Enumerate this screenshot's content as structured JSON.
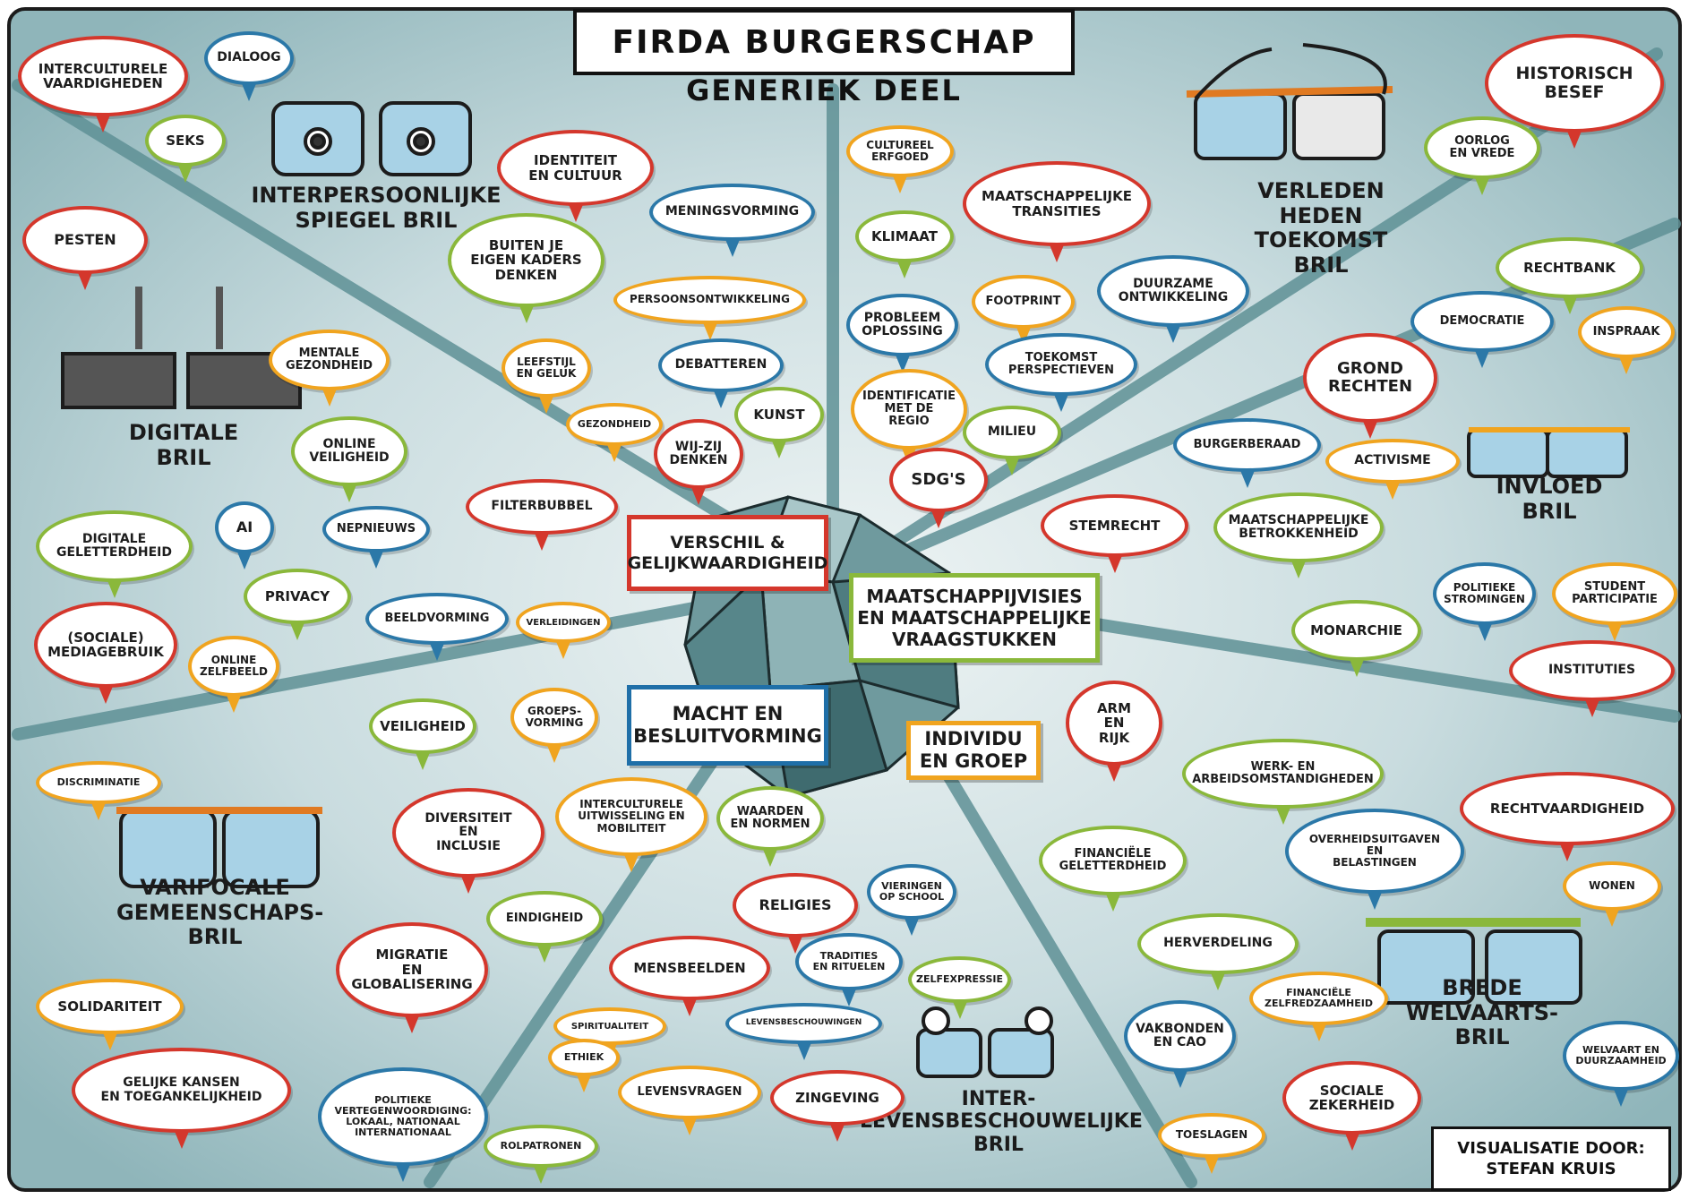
{
  "title": "FIRDA BURGERSCHAP",
  "subtitle": "GENERIEK DEEL",
  "credit": "VISUALISATIE DOOR:\nSTEFAN KRUIS",
  "center_themes": [
    {
      "id": "verschil",
      "text": "VERSCHIL &\nGELIJKWAARDIGHEID",
      "color": "red"
    },
    {
      "id": "maatschappij",
      "text": "MAATSCHAPPIJVISIES\nEN MAATSCHAPPELIJKE\nVRAAGSTUKKEN",
      "color": "green"
    },
    {
      "id": "macht",
      "text": "MACHT EN\nBESLUITVORMING",
      "color": "blue"
    },
    {
      "id": "individu",
      "text": "INDIVIDU\nEN GROEP",
      "color": "orange"
    }
  ],
  "lenses": [
    {
      "id": "interpersoonlijke",
      "label": "INTERPERSOONLIJKE\nSPIEGEL BRIL"
    },
    {
      "id": "verleden",
      "label": "VERLEDEN\nHEDEN\nTOEKOMST\nBRIL"
    },
    {
      "id": "digitale",
      "label": "DIGITALE\nBRIL"
    },
    {
      "id": "invloed",
      "label": "INVLOED\nBRIL"
    },
    {
      "id": "varifocale",
      "label": "VARIFOCALE\nGEMEENSCHAPS-\nBRIL"
    },
    {
      "id": "brede",
      "label": "BREDE\nWELVAARTS-\nBRIL"
    },
    {
      "id": "inter",
      "label": "INTER-\nLEVENSBESCHOUWELIJKE\nBRIL"
    }
  ],
  "bubbles": [
    {
      "id": "b01",
      "text": "INTERCULTURELE\nVAARDIGHEDEN",
      "color": "red"
    },
    {
      "id": "b02",
      "text": "DIALOOG",
      "color": "blue"
    },
    {
      "id": "b03",
      "text": "SEKS",
      "color": "green"
    },
    {
      "id": "b04",
      "text": "PESTEN",
      "color": "red"
    },
    {
      "id": "b05",
      "text": "IDENTITEIT\nEN CULTUUR",
      "color": "red"
    },
    {
      "id": "b06",
      "text": "MENINGSVORMING",
      "color": "blue"
    },
    {
      "id": "b07",
      "text": "BUITEN JE\nEIGEN KADERS\nDENKEN",
      "color": "green"
    },
    {
      "id": "b08",
      "text": "PERSOONSONTWIKKELING",
      "color": "orange"
    },
    {
      "id": "b09",
      "text": "MENTALE\nGEZONDHEID",
      "color": "orange"
    },
    {
      "id": "b10",
      "text": "LEEFSTIJL\nEN GELUK",
      "color": "orange"
    },
    {
      "id": "b11",
      "text": "DEBATTEREN",
      "color": "blue"
    },
    {
      "id": "b12",
      "text": "KUNST",
      "color": "green"
    },
    {
      "id": "b13",
      "text": "GEZONDHEID",
      "color": "orange"
    },
    {
      "id": "b14",
      "text": "WIJ-ZIJ\nDENKEN",
      "color": "red"
    },
    {
      "id": "b15",
      "text": "ONLINE\nVEILIGHEID",
      "color": "green"
    },
    {
      "id": "b16",
      "text": "FILTERBUBBEL",
      "color": "red"
    },
    {
      "id": "b17",
      "text": "DIGITALE\nGELETTERDHEID",
      "color": "green"
    },
    {
      "id": "b18",
      "text": "AI",
      "color": "blue"
    },
    {
      "id": "b19",
      "text": "NEPNIEUWS",
      "color": "blue"
    },
    {
      "id": "b20",
      "text": "PRIVACY",
      "color": "green"
    },
    {
      "id": "b21",
      "text": "BEELDVORMING",
      "color": "blue"
    },
    {
      "id": "b22",
      "text": "VERLEIDINGEN",
      "color": "orange"
    },
    {
      "id": "b23",
      "text": "(SOCIALE)\nMEDIAGEBRUIK",
      "color": "red"
    },
    {
      "id": "b24",
      "text": "ONLINE\nZELFBEELD",
      "color": "orange"
    },
    {
      "id": "b25",
      "text": "CULTUREEL\nERFGOED",
      "color": "orange"
    },
    {
      "id": "b26",
      "text": "MAATSCHAPPELIJKE\nTRANSITIES",
      "color": "red"
    },
    {
      "id": "b27",
      "text": "KLIMAAT",
      "color": "green"
    },
    {
      "id": "b28",
      "text": "DUURZAME\nONTWIKKELING",
      "color": "blue"
    },
    {
      "id": "b29",
      "text": "FOOTPRINT",
      "color": "orange"
    },
    {
      "id": "b30",
      "text": "PROBLEEM\nOPLOSSING",
      "color": "blue"
    },
    {
      "id": "b31",
      "text": "TOEKOMST\nPERSPECTIEVEN",
      "color": "blue"
    },
    {
      "id": "b32",
      "text": "IDENTIFICATIE\nMET DE\nREGIO",
      "color": "orange"
    },
    {
      "id": "b33",
      "text": "MILIEU",
      "color": "green"
    },
    {
      "id": "b34",
      "text": "SDG'S",
      "color": "red"
    },
    {
      "id": "b35",
      "text": "HISTORISCH\nBESEF",
      "color": "red"
    },
    {
      "id": "b36",
      "text": "OORLOG\nEN VREDE",
      "color": "green"
    },
    {
      "id": "b37",
      "text": "RECHTBANK",
      "color": "green"
    },
    {
      "id": "b38",
      "text": "DEMOCRATIE",
      "color": "blue"
    },
    {
      "id": "b39",
      "text": "INSPRAAK",
      "color": "orange"
    },
    {
      "id": "b40",
      "text": "GROND\nRECHTEN",
      "color": "red"
    },
    {
      "id": "b41",
      "text": "BURGERBERAAD",
      "color": "blue"
    },
    {
      "id": "b42",
      "text": "ACTIVISME",
      "color": "orange"
    },
    {
      "id": "b43",
      "text": "STEMRECHT",
      "color": "red"
    },
    {
      "id": "b44",
      "text": "MAATSCHAPPELIJKE\nBETROKKENHEID",
      "color": "green"
    },
    {
      "id": "b45",
      "text": "POLITIEKE\nSTROMINGEN",
      "color": "blue"
    },
    {
      "id": "b46",
      "text": "STUDENT\nPARTICIPATIE",
      "color": "orange"
    },
    {
      "id": "b47",
      "text": "MONARCHIE",
      "color": "green"
    },
    {
      "id": "b48",
      "text": "INSTITUTIES",
      "color": "red"
    },
    {
      "id": "b49",
      "text": "ARM\nEN\nRIJK",
      "color": "red"
    },
    {
      "id": "b50",
      "text": "WERK- EN\nARBEIDSOMSTANDIGHEDEN",
      "color": "green"
    },
    {
      "id": "b51",
      "text": "RECHTVAARDIGHEID",
      "color": "red"
    },
    {
      "id": "b52",
      "text": "OVERHEIDSUITGAVEN\nEN\nBELASTINGEN",
      "color": "blue"
    },
    {
      "id": "b53",
      "text": "FINANCIËLE\nGELETTERDHEID",
      "color": "green"
    },
    {
      "id": "b54",
      "text": "WONEN",
      "color": "orange"
    },
    {
      "id": "b55",
      "text": "HERVERDELING",
      "color": "green"
    },
    {
      "id": "b56",
      "text": "FINANCIËLE\nZELFREDZAAMHEID",
      "color": "orange"
    },
    {
      "id": "b57",
      "text": "VAKBONDEN\nEN CAO",
      "color": "blue"
    },
    {
      "id": "b58",
      "text": "WELVAART EN\nDUURZAAMHEID",
      "color": "blue"
    },
    {
      "id": "b59",
      "text": "SOCIALE\nZEKERHEID",
      "color": "red"
    },
    {
      "id": "b60",
      "text": "TOESLAGEN",
      "color": "orange"
    },
    {
      "id": "b61",
      "text": "DISCRIMINATIE",
      "color": "orange"
    },
    {
      "id": "b62",
      "text": "VEILIGHEID",
      "color": "green"
    },
    {
      "id": "b63",
      "text": "GROEPS-\nVORMING",
      "color": "orange"
    },
    {
      "id": "b64",
      "text": "DIVERSITEIT\nEN\nINCLUSIE",
      "color": "red"
    },
    {
      "id": "b65",
      "text": "INTERCULTURELE\nUITWISSELING EN\nMOBILITEIT",
      "color": "orange"
    },
    {
      "id": "b66",
      "text": "WAARDEN\nEN NORMEN",
      "color": "green"
    },
    {
      "id": "b67",
      "text": "EINDIGHEID",
      "color": "green"
    },
    {
      "id": "b68",
      "text": "RELIGIES",
      "color": "red"
    },
    {
      "id": "b69",
      "text": "VIERINGEN\nOP SCHOOL",
      "color": "blue"
    },
    {
      "id": "b70",
      "text": "MIGRATIE\nEN\nGLOBALISERING",
      "color": "red"
    },
    {
      "id": "b71",
      "text": "MENSBEELDEN",
      "color": "red"
    },
    {
      "id": "b72",
      "text": "TRADITIES\nEN RITUELEN",
      "color": "blue"
    },
    {
      "id": "b73",
      "text": "ZELFEXPRESSIE",
      "color": "green"
    },
    {
      "id": "b74",
      "text": "SOLIDARITEIT",
      "color": "orange"
    },
    {
      "id": "b75",
      "text": "SPIRITUALITEIT",
      "color": "orange"
    },
    {
      "id": "b76",
      "text": "LEVENSBESCHOUWINGEN",
      "color": "blue"
    },
    {
      "id": "b77",
      "text": "ETHIEK",
      "color": "orange"
    },
    {
      "id": "b78",
      "text": "GELIJKE KANSEN\nEN TOEGANKELIJKHEID",
      "color": "red"
    },
    {
      "id": "b79",
      "text": "POLITIEKE\nVERTEGENWOORDIGING:\nLOKAAL, NATIONAAL\nINTERNATIONAAL",
      "color": "blue"
    },
    {
      "id": "b80",
      "text": "LEVENSVRAGEN",
      "color": "orange"
    },
    {
      "id": "b81",
      "text": "ZINGEVING",
      "color": "red"
    },
    {
      "id": "b82",
      "text": "ROLPATRONEN",
      "color": "green"
    }
  ]
}
